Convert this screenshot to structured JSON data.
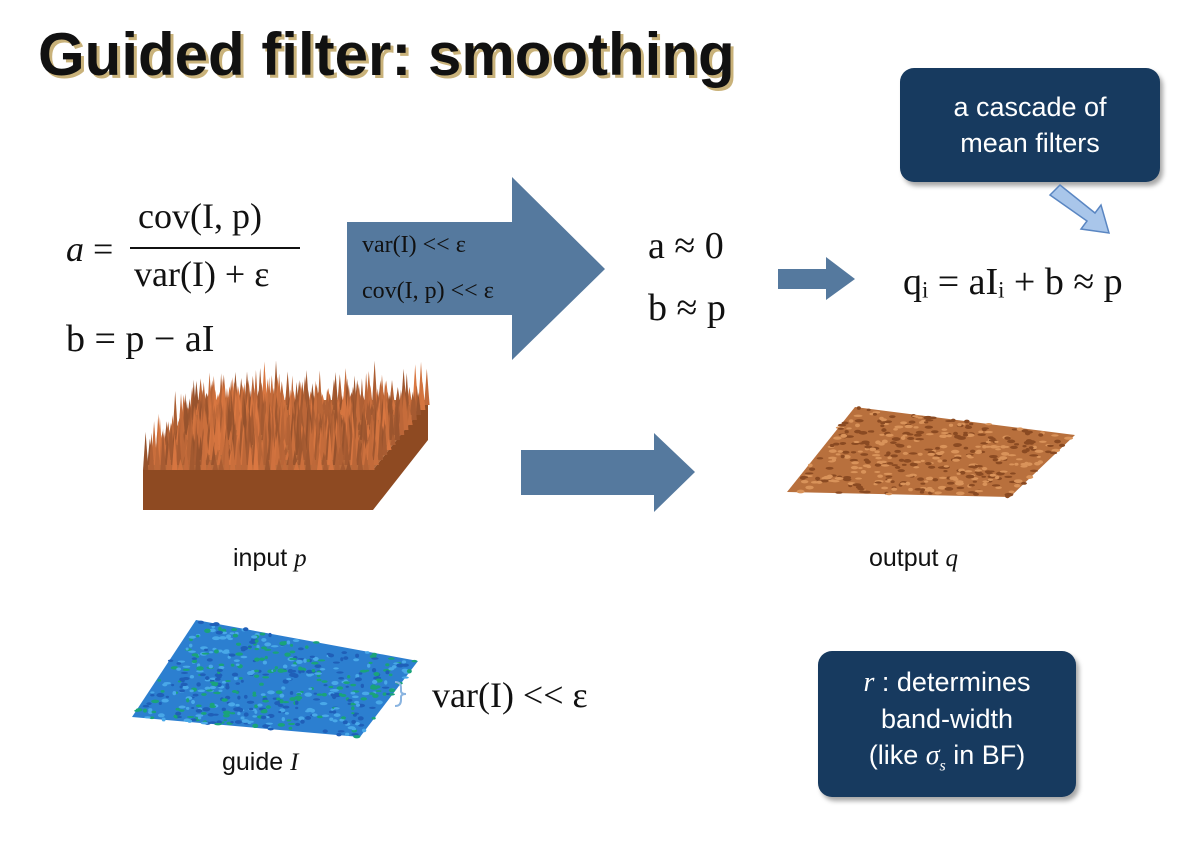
{
  "slide": {
    "title": "Guided filter: smoothing"
  },
  "formulas": {
    "a_lhs": "a",
    "eq": "=",
    "a_num": "cov(I, p)",
    "a_den": "var(I) + ε",
    "b_eq": "b = p − aI",
    "cond1": "var(I) << ε",
    "cond2": "cov(I, p) << ε",
    "approx_a": "a ≈ 0",
    "approx_b": "b ≈ p",
    "output_eq": "qᵢ = aIᵢ + b ≈ p",
    "guide_cond": "var(I) << ε"
  },
  "callouts": {
    "cascade_line1": "a cascade of",
    "cascade_line2": "mean filters",
    "r_var": "r",
    "r_line1_rest": " : determines",
    "r_line2": "band-width",
    "r_line3_pre": "(like ",
    "r_sigma": "σ",
    "r_sub": "s",
    "r_line3_post": " in BF)"
  },
  "captions": {
    "input_word": "input",
    "input_var": "p",
    "output_word": "output",
    "output_var": "q",
    "guide_word": "guide",
    "guide_var": "I"
  },
  "colors": {
    "arrow_big": "#55799e",
    "arrow_small": "#55799e",
    "box_bg": "#173a5f",
    "title_shadow": "#c9b27a",
    "surface_brown": "#b86a3a",
    "surface_blue": "#2c7fd0",
    "brace": "#8ab4e0"
  }
}
